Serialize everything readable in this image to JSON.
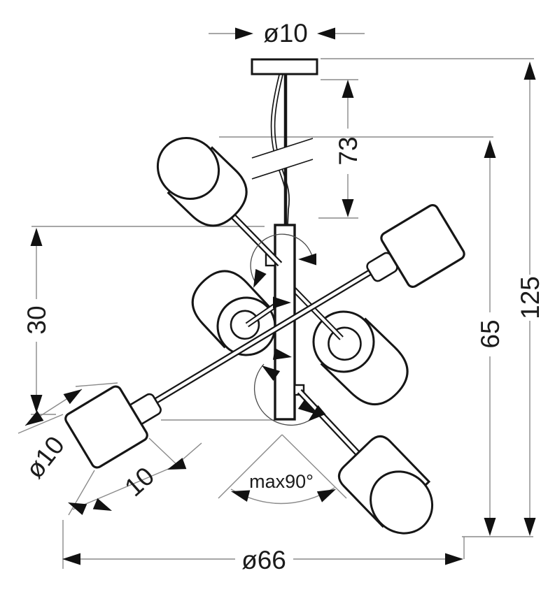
{
  "diagram": {
    "dimensions": {
      "canopy_diameter": "ø10",
      "suspension_length": "73",
      "total_height": "125",
      "fixture_height": "65",
      "stem_length": "30",
      "shade_diameter": "ø10",
      "shade_length": "10",
      "arm_swivel_angle": "max90°",
      "overall_diameter": "ø66"
    },
    "colors": {
      "outline": "#161616",
      "dimension_line": "#8a8a8a",
      "arrow": "#111111",
      "background": "#ffffff"
    }
  }
}
